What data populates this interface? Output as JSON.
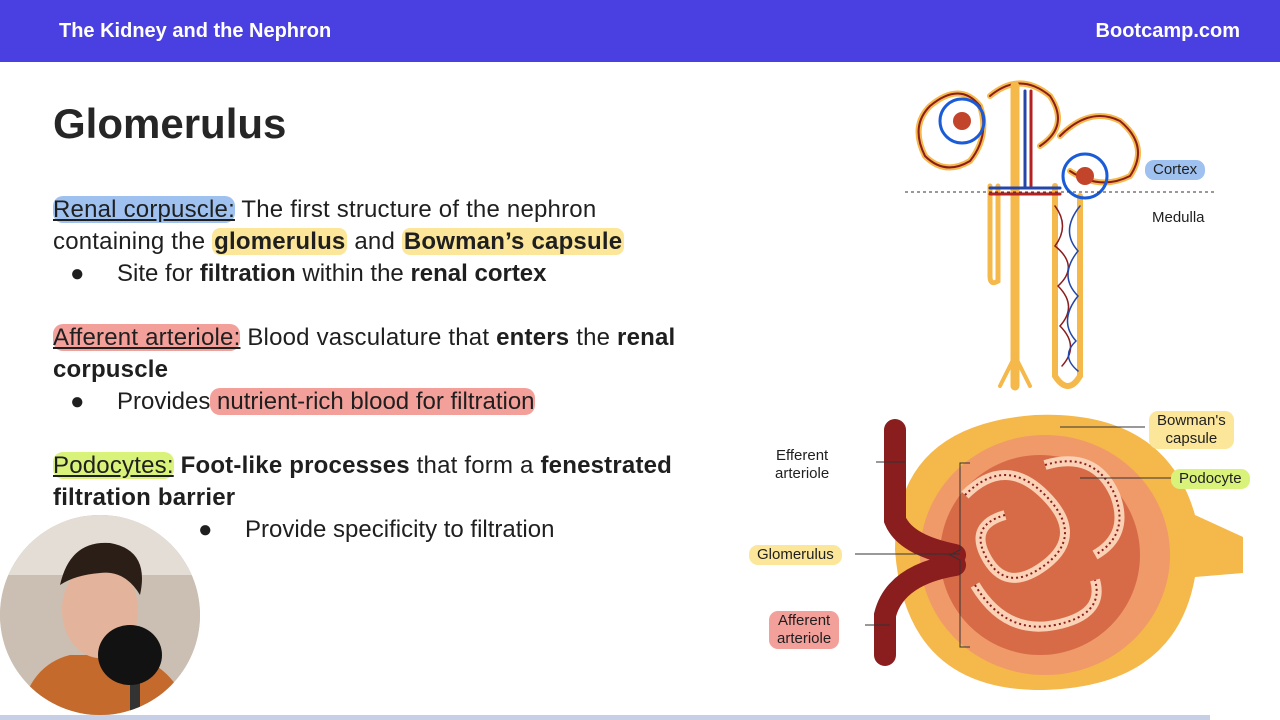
{
  "header": {
    "title": "The Kidney and the Nephron",
    "brand": "Bootcamp.com",
    "bg_color": "#4a3fe0"
  },
  "slide": {
    "heading": "Glomerulus",
    "renal": {
      "term": "Renal corpuscle:",
      "text1": " The first structure of the nephron",
      "text2": "containing the ",
      "glomerulus": "glomerulus",
      "and": " and ",
      "bowman": "Bowman’s capsule",
      "bullet_pre": "Site for ",
      "bullet_b1": "filtration",
      "bullet_mid": " within the ",
      "bullet_b2": "renal cortex"
    },
    "afferent": {
      "term": "Afferent arteriole:",
      "text1": " Blood vasculature that ",
      "b1": "enters",
      "text2": " the ",
      "b2": "renal",
      "b3": "corpuscle",
      "bullet_pre": "Provides",
      "bullet_hl": " nutrient-rich blood for filtration"
    },
    "podocytes": {
      "term": "Podocytes:",
      "b1": " Foot-like processes",
      "text1": " that form a ",
      "b2": "fenestrated",
      "b3": "filtration barrier",
      "bullet": "Provide specificity to filtration"
    },
    "bullet_glyph": "●"
  },
  "diagram_top": {
    "cortex": "Cortex",
    "medulla": "Medulla"
  },
  "diagram_bottom": {
    "efferent": [
      "Efferent",
      "arteriole"
    ],
    "bowman": [
      "Bowman's",
      "capsule"
    ],
    "podocyte": "Podocyte",
    "glomerulus": "Glomerulus",
    "afferent": [
      "Afferent",
      "arteriole"
    ]
  },
  "colors": {
    "highlight_blue": "#9ec1f0",
    "highlight_red": "#f3a09b",
    "highlight_green": "#d9f27a",
    "highlight_yellow": "#fbe69a"
  }
}
